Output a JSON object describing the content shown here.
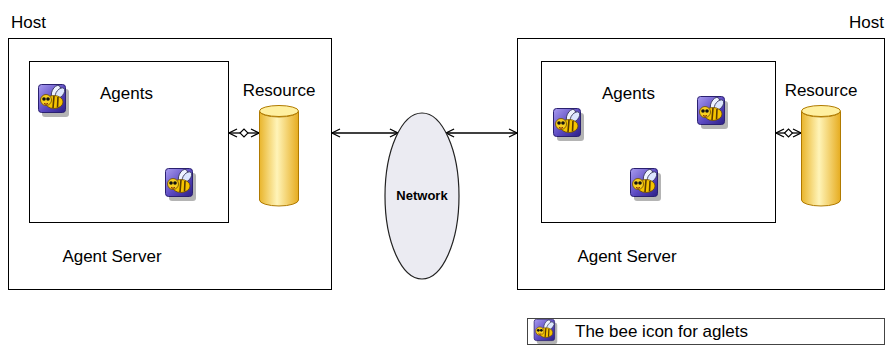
{
  "diagram": {
    "nodes": [
      {
        "text": [
          "Host"
        ]
      },
      {
        "text": [
          "Agents",
          "Agent Server"
        ],
        "in": 0
      },
      {
        "text": [
          "Resource"
        ],
        "in": 0
      },
      {
        "text": [
          "Network"
        ]
      },
      {
        "text": [
          "Host"
        ]
      },
      {
        "text": [
          "Agents",
          "Agent Server"
        ],
        "in": 4
      },
      {
        "text": [
          "Resource"
        ],
        "in": 4
      }
    ],
    "edges": [
      {
        "from": 1,
        "to": 2,
        "arrow": "both"
      },
      {
        "from": 0,
        "to": 3,
        "arrow": "both"
      },
      {
        "from": 3,
        "to": 4,
        "arrow": "both"
      },
      {
        "from": 5,
        "to": 6,
        "arrow": "both"
      }
    ],
    "legend": [
      {
        "text": "The bee icon for aglets"
      }
    ]
  }
}
